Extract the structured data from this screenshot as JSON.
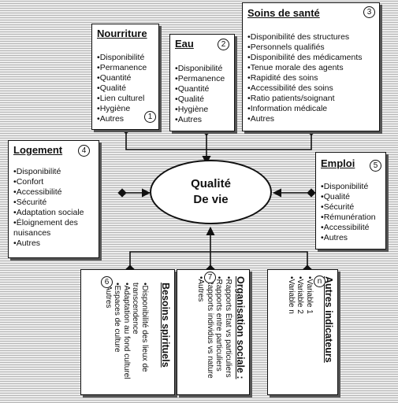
{
  "center": {
    "line1": "Qualité",
    "line2": "De vie"
  },
  "boxes": {
    "nourriture": {
      "title": "Nourriture",
      "number": "1",
      "items": [
        "Disponibilité",
        "Permanence",
        "Quantité",
        "Qualité",
        "Lien culturel",
        "Hygiène",
        "Autres"
      ]
    },
    "eau": {
      "title": "Eau",
      "number": "2",
      "items": [
        "Disponibilité",
        "Permanence",
        "Quantité",
        "Qualité",
        "Hygiène",
        "Autres"
      ]
    },
    "soins": {
      "title": "Soins de santé",
      "number": "3",
      "items": [
        "Disponibilité des structures",
        "Personnels qualifiés",
        "Disponibilité des médicaments",
        "Tenue morale des agents",
        "Rapidité des soins",
        "Accessibilité des soins",
        "Ratio patients/soignant",
        "Information médicale",
        "Autres"
      ]
    },
    "logement": {
      "title": "Logement",
      "number": "4",
      "items": [
        "Disponibilité",
        "Confort",
        "Accessibilité",
        "Sécurité",
        "Adaptation sociale",
        "Éloignement des nuisances",
        "Autres"
      ]
    },
    "emploi": {
      "title": "Emploi",
      "number": "5",
      "items": [
        "Disponibilité",
        "Qualité",
        "Sécurité",
        "Rémunération",
        "Accessibilité",
        "Autres"
      ]
    },
    "besoins": {
      "title": "Besoins spirituels",
      "number": "6",
      "items": [
        "Disponibilité des lieux de transcendence",
        "Adaptation au fond culturel",
        "Espaces de culture",
        "Autres"
      ]
    },
    "organisation": {
      "title": "Organisation sociale :",
      "number": "7",
      "items": [
        "Rapports État vs particuliers",
        "Rapports entre particuliers",
        "Rapports individus vs nature",
        "Autres"
      ]
    },
    "autres": {
      "title": "Autres indicateurs",
      "number": "n",
      "items": [
        "Variable 1",
        "Variable 2",
        "Variable n"
      ]
    }
  }
}
